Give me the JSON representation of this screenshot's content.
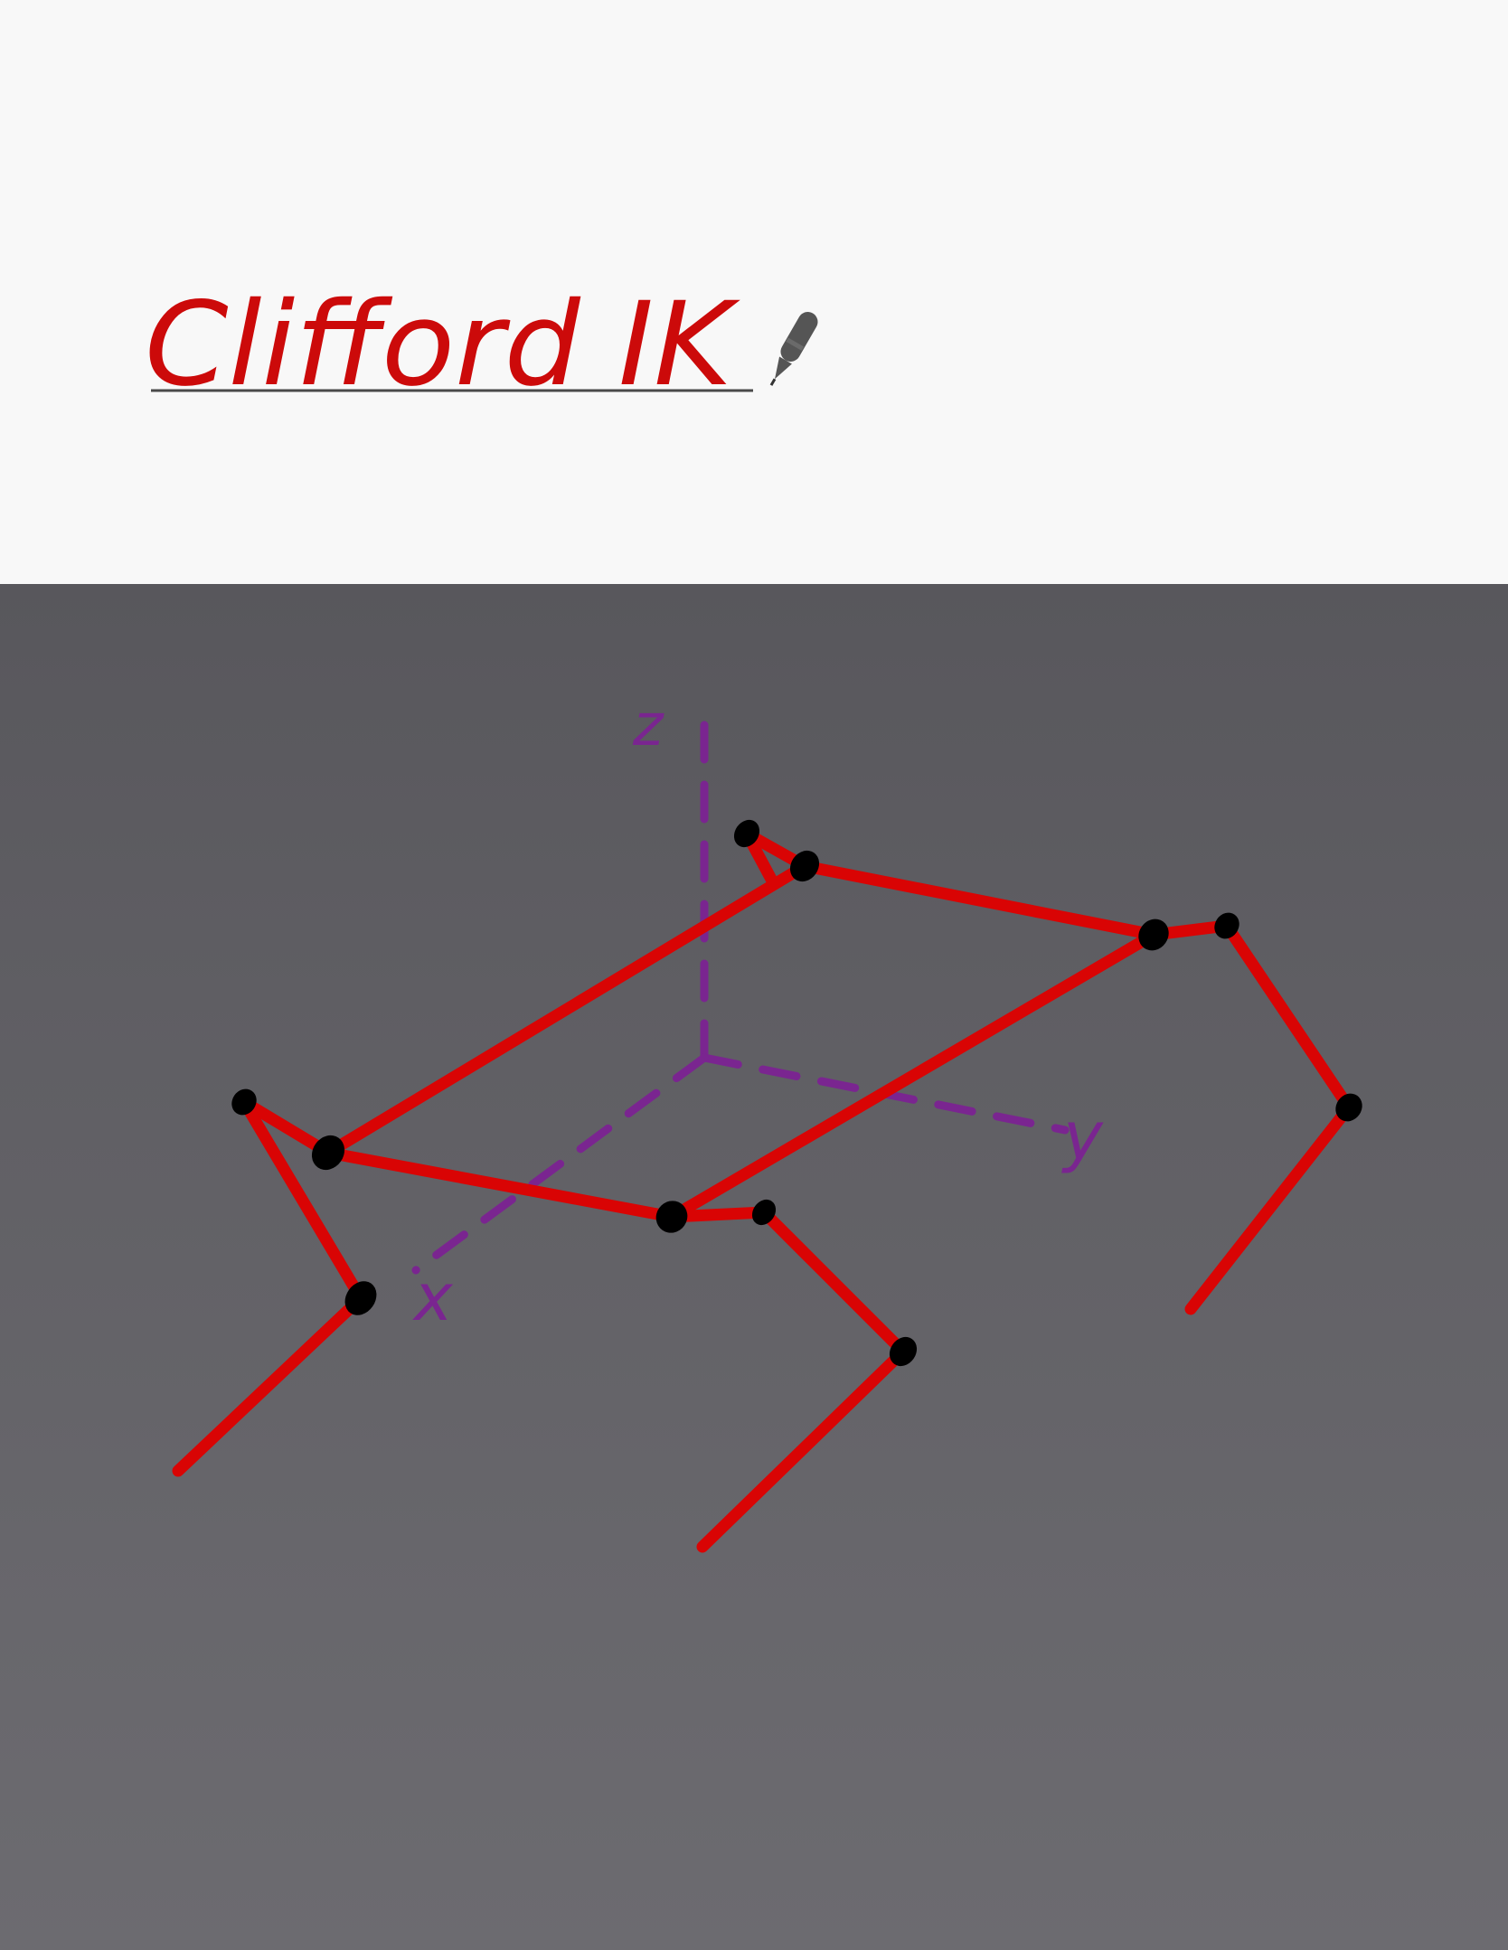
{
  "note": {
    "title": "Clifford IK",
    "title_color": "#cc0a0a",
    "underline_color": "#4a4a4a",
    "pen_tool_icon": "pen-icon"
  },
  "drawing": {
    "axis_labels": {
      "x": "x",
      "y": "y",
      "z": "z"
    },
    "axis_color": "#7a2590",
    "skeleton_color": "#d90404",
    "joint_color": "#000000"
  }
}
